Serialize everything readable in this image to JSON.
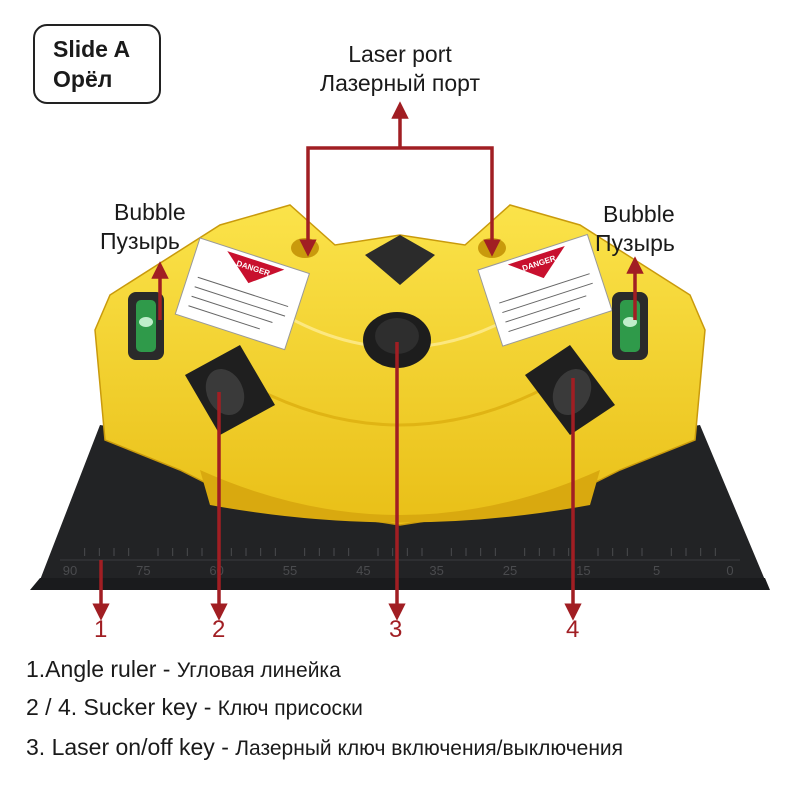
{
  "slide_label": {
    "line1": "Slide A",
    "line2": "Орёл"
  },
  "callouts": {
    "laser_port": {
      "en": "Laser port",
      "ru": "Лазерный порт"
    },
    "bubble_left": {
      "en": "Bubble",
      "ru": "Пузырь"
    },
    "bubble_right": {
      "en": "Bubble",
      "ru": "Пузырь"
    }
  },
  "markers": [
    "1",
    "2",
    "3",
    "4"
  ],
  "legend": [
    {
      "en": "1.Angle ruler - ",
      "ru": "Угловая линейка"
    },
    {
      "en": "2 / 4. Sucker key - ",
      "ru": "Ключ присоски"
    },
    {
      "en": "3. Laser on/off key - ",
      "ru": "Лазерный ключ включения/выключения"
    }
  ],
  "warning_label": {
    "title": "DANGER"
  },
  "ruler_ticks": [
    "90",
    "75",
    "60",
    "55",
    "45",
    "35",
    "25",
    "15",
    "5",
    "0"
  ],
  "colors": {
    "device_yellow": "#f5d421",
    "device_shadow": "#d9a90f",
    "ruler_black": "#222325",
    "arrow_red": "#a11e23",
    "label_red": "#c8102e"
  }
}
